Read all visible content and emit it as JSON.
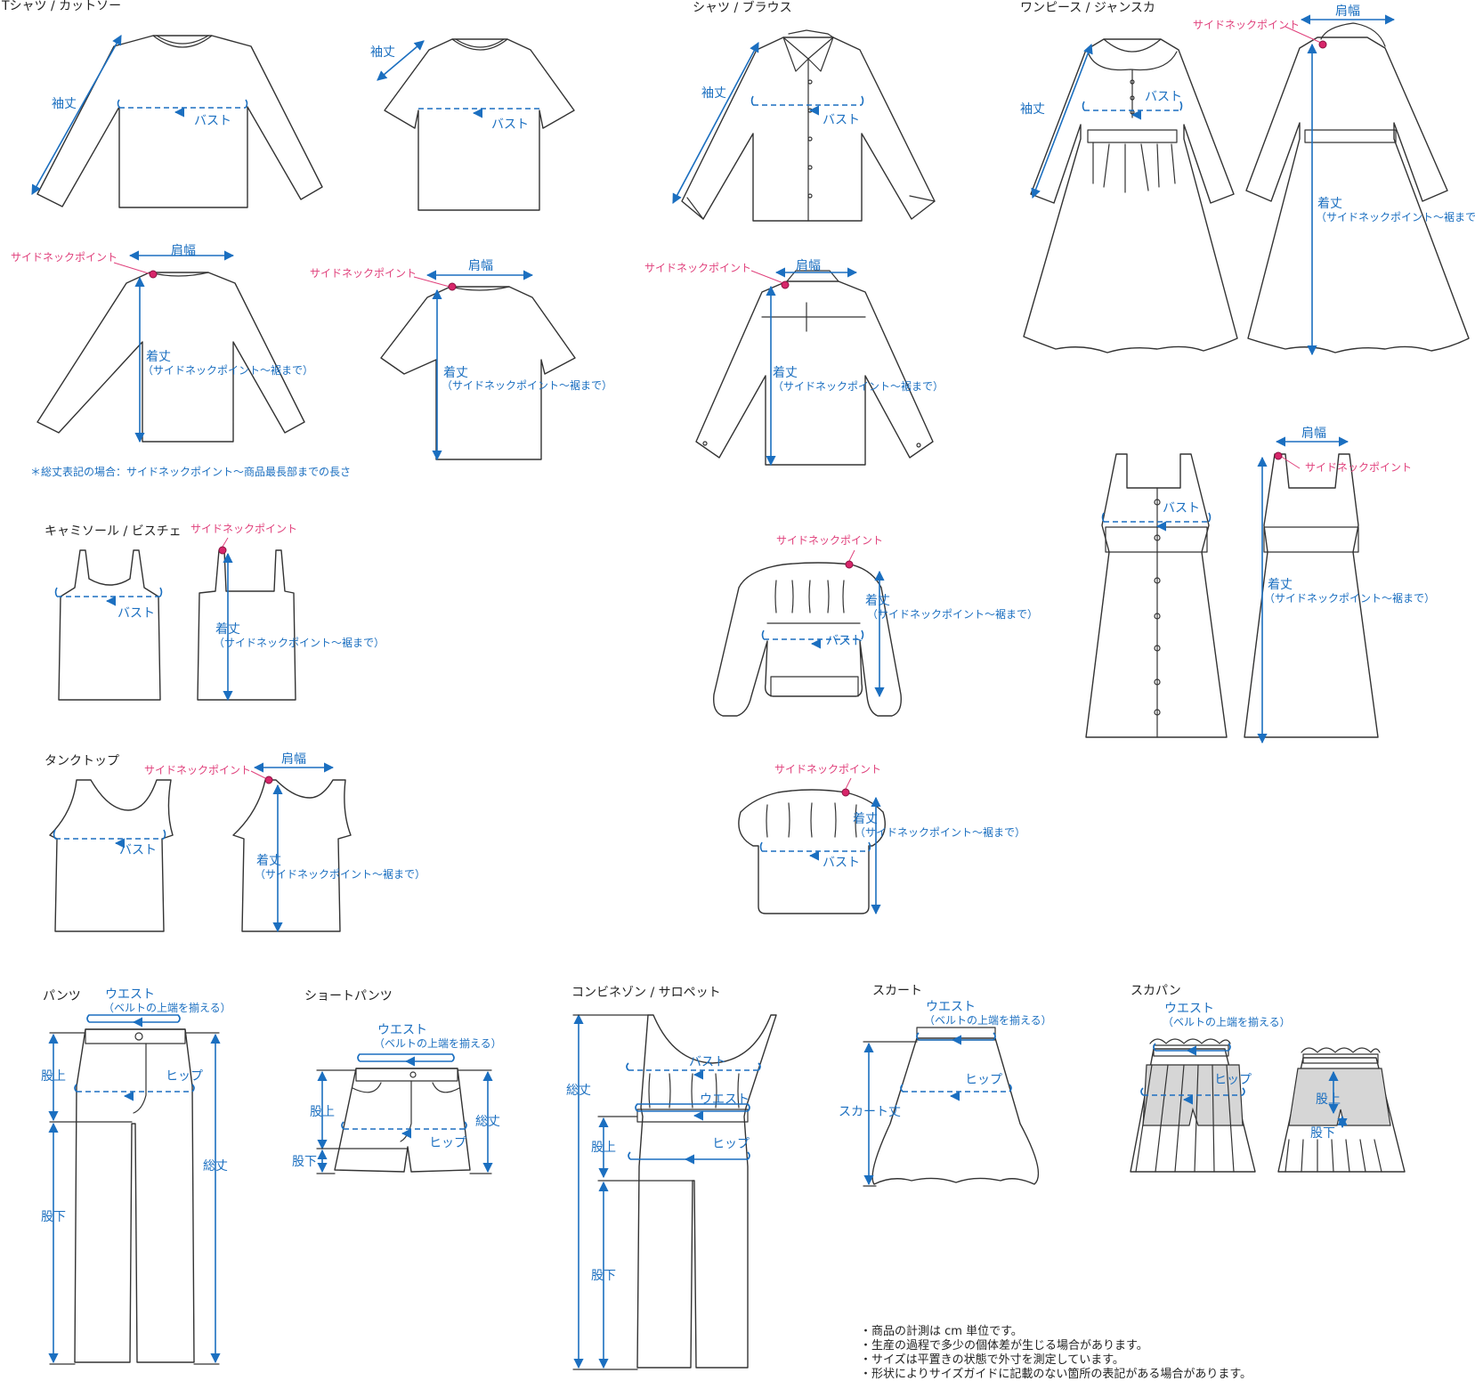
{
  "headings": {
    "tshirt": "Tシャツ / カットソー",
    "shirt": "シャツ / ブラウス",
    "onepiece": "ワンピース / ジャンスカ",
    "camisole": "キャミソール / ビスチェ",
    "tanktop": "タンクトップ",
    "pants": "パンツ",
    "shorts": "ショートパンツ",
    "combi": "コンビネゾン / サロペット",
    "skirt": "スカート",
    "skapan": "スカパン"
  },
  "labels": {
    "sleeve": "袖丈",
    "bust": "バスト",
    "shoulder": "肩幅",
    "length": "着丈",
    "length_note": "（サイドネックポイント〜裾まで）",
    "side_neck_point": "サイドネックポイント",
    "waist": "ウエスト",
    "waist_note": "（ベルトの上端を揃える）",
    "hip": "ヒップ",
    "rise": "股上",
    "inseam": "股下",
    "total_length": "総丈",
    "skirt_length": "スカート丈"
  },
  "footnote_total": "＊総丈表記の場合：サイドネックポイント〜商品最長部までの長さ",
  "notes": [
    "・商品の計測は cm 単位です。",
    "・生産の過程で多少の個体差が生じる場合があります。",
    "・サイズは平置きの状態で外寸を測定しています。",
    "・形状によりサイズガイドに記載のない箇所の表記がある場合があります。"
  ],
  "colors": {
    "measure": "#1b6fc0",
    "side_neck_point": "#e0417c",
    "outline": "#333333"
  }
}
